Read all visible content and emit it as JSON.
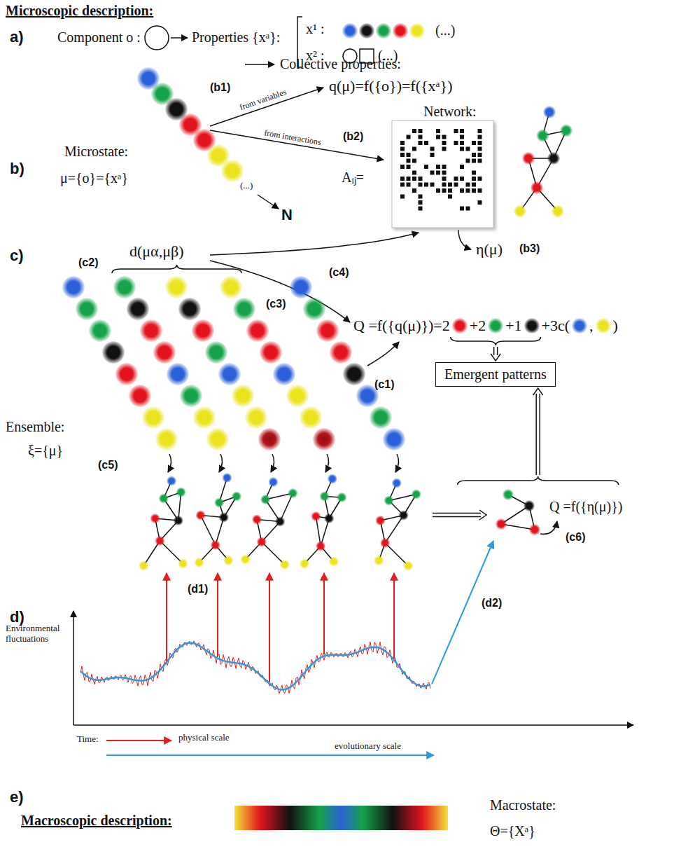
{
  "diagram": {
    "nodes": [
      {
        "text": [
          "Emergent patterns"
        ]
      }
    ],
    "edges": [],
    "labels": [
      "Microscopic description:",
      "a)",
      "Component o :",
      "Properties {xᵃ}:",
      "x¹ :",
      "(...)",
      "x² :",
      "(...)",
      "b)",
      "Microstate:",
      "μ={o}={xᵃ}",
      "Collective properties:",
      "(b1)",
      "q(μ)=f({o})=f({xᵃ})",
      "from variables",
      "(b2)",
      "from interactions",
      "Network:",
      "Aᵢⱼ=",
      "(...)",
      "N",
      "η(μ)",
      "(b3)",
      "c)",
      "(c2)",
      "d(μα,μβ)",
      "(c4)",
      "(c3)",
      "Q =f({q(μ)})=2",
      "+2",
      "+1",
      "+3c(",
      ",",
      ")",
      "(c1)",
      "Ensemble:",
      "ξ={μ}",
      "(c5)",
      "Q =f({η(μ)})",
      "(c6)",
      "(d1)",
      "(d2)",
      "d)",
      "Environmental fluctuations",
      "Time:",
      "physical scale",
      "evolutionary scale",
      "e)",
      "Macroscopic description:",
      "Macrostate:",
      "Θ={Xᵃ}"
    ]
  }
}
